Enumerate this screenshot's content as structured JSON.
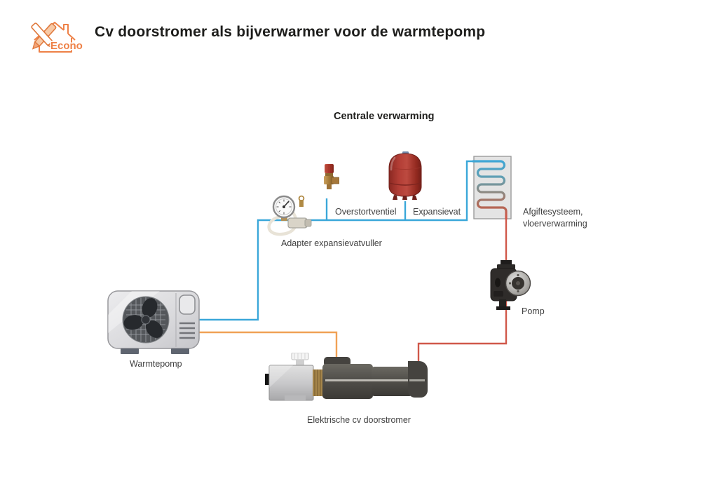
{
  "logo": {
    "text": "Econo"
  },
  "header": {
    "title": "Cv doorstromer als bijverwarmer voor de warmtepomp"
  },
  "diagram": {
    "section_label": "Centrale verwarming",
    "labels": {
      "overstortventiel": "Overstortventiel",
      "expansievat": "Expansievat",
      "afgiftesysteem_line1": "Afgiftesysteem,",
      "afgiftesysteem_line2": "vloerverwarming",
      "adapter": "Adapter expansievatvuller",
      "pomp": "Pomp",
      "warmtepomp": "Warmtepomp",
      "doorstromer": "Elektrische cv doorstromer"
    },
    "colors": {
      "supply_line_blue": "#3aa7d9",
      "warm_line_orange": "#f0a155",
      "hot_line_red": "#d0584a",
      "brand_orange": "#ee8147",
      "title_black": "#1d1d1b"
    }
  }
}
